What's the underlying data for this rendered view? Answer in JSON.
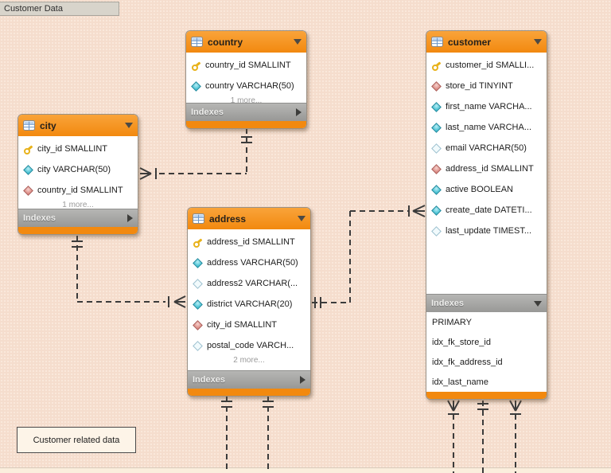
{
  "app": {
    "tab_label": "Customer Data",
    "note_label": "Customer related data"
  },
  "colors": {
    "canvas_bg": "#f9e1d0",
    "header_orange": "#f2890f",
    "header_orange_light": "#f9a43a",
    "primary_key_yellow": "#e8b21a",
    "not_null_cyan": "#25b4c8",
    "foreign_key_red": "#d4766e"
  },
  "tables": [
    {
      "id": "country",
      "name": "country",
      "columns": [
        {
          "icon": "primary-key",
          "text": "country_id SMALLINT"
        },
        {
          "icon": "not-null",
          "text": "country VARCHAR(50)"
        }
      ],
      "more": "1 more...",
      "indexes": {
        "label": "Indexes",
        "expanded": false,
        "items": []
      }
    },
    {
      "id": "city",
      "name": "city",
      "columns": [
        {
          "icon": "primary-key",
          "text": "city_id SMALLINT"
        },
        {
          "icon": "not-null",
          "text": "city VARCHAR(50)"
        },
        {
          "icon": "foreign-key",
          "text": "country_id SMALLINT"
        }
      ],
      "more": "1 more...",
      "indexes": {
        "label": "Indexes",
        "expanded": false,
        "items": []
      }
    },
    {
      "id": "address",
      "name": "address",
      "columns": [
        {
          "icon": "primary-key",
          "text": "address_id SMALLINT"
        },
        {
          "icon": "not-null",
          "text": "address VARCHAR(50)"
        },
        {
          "icon": "nullable",
          "text": "address2 VARCHAR(..."
        },
        {
          "icon": "not-null",
          "text": "district VARCHAR(20)"
        },
        {
          "icon": "foreign-key",
          "text": "city_id SMALLINT"
        },
        {
          "icon": "nullable",
          "text": "postal_code VARCH..."
        }
      ],
      "more": "2 more...",
      "indexes": {
        "label": "Indexes",
        "expanded": false,
        "items": []
      }
    },
    {
      "id": "customer",
      "name": "customer",
      "columns": [
        {
          "icon": "primary-key",
          "text": "customer_id SMALLI..."
        },
        {
          "icon": "foreign-key",
          "text": "store_id TINYINT"
        },
        {
          "icon": "not-null",
          "text": "first_name VARCHA..."
        },
        {
          "icon": "not-null",
          "text": "last_name VARCHA..."
        },
        {
          "icon": "nullable",
          "text": "email VARCHAR(50)"
        },
        {
          "icon": "foreign-key",
          "text": "address_id SMALLINT"
        },
        {
          "icon": "not-null",
          "text": "active BOOLEAN"
        },
        {
          "icon": "not-null",
          "text": "create_date DATETI..."
        },
        {
          "icon": "nullable",
          "text": "last_update TIMEST..."
        }
      ],
      "more": null,
      "indexes": {
        "label": "Indexes",
        "expanded": true,
        "items": [
          "PRIMARY",
          "idx_fk_store_id",
          "idx_fk_address_id",
          "idx_last_name"
        ]
      }
    }
  ]
}
